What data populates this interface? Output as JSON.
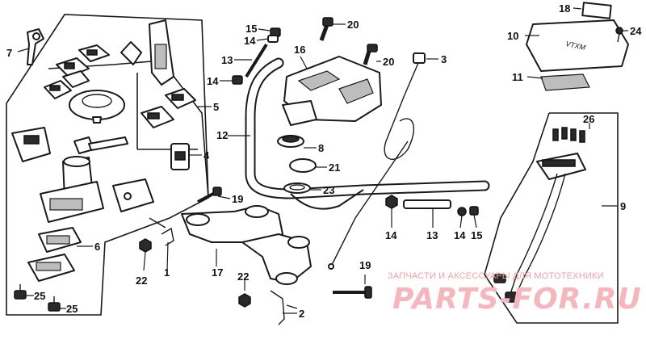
{
  "callouts": {
    "c1": "1",
    "c2": "2",
    "c3": "3",
    "c4": "4",
    "c5": "5",
    "c6": "6",
    "c7": "7",
    "c8": "8",
    "c9": "9",
    "c10": "10",
    "c11": "11",
    "c12": "12",
    "c13a": "13",
    "c13b": "13",
    "c14a": "14",
    "c14b": "14",
    "c14c": "14",
    "c14d": "14",
    "c15a": "15",
    "c15b": "15",
    "c16": "16",
    "c17": "17",
    "c18": "18",
    "c19a": "19",
    "c19b": "19",
    "c20a": "20",
    "c20b": "20",
    "c21": "21",
    "c22a": "22",
    "c22b": "22",
    "c23": "23",
    "c24": "24",
    "c25a": "25",
    "c25b": "25",
    "c26": "26"
  },
  "watermark": {
    "subtitle": "ЗАПЧАСТИ И АКСЕССУАРЫ ДЛЯ МОТОТЕХНИКИ",
    "logo": "PARTS-FOR.RU"
  },
  "emblem_text": "VTXM"
}
